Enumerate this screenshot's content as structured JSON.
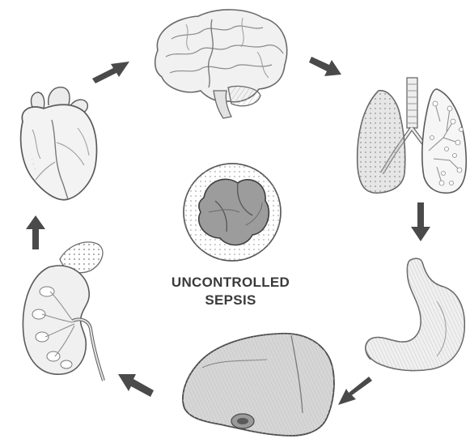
{
  "center_label": {
    "line1": "UNCONTROLLED",
    "line2": "SEPSIS"
  },
  "organs": [
    {
      "name": "brain-illustration"
    },
    {
      "name": "lungs-illustration"
    },
    {
      "name": "stomach-illustration"
    },
    {
      "name": "liver-illustration"
    },
    {
      "name": "kidney-illustration"
    },
    {
      "name": "heart-illustration"
    },
    {
      "name": "neutrophil-cell-illustration"
    }
  ],
  "colors": {
    "arrow": "#4a4a4a",
    "ink": "#6a6a6a",
    "shade": "#d8d8d8",
    "label": "#3a3a3a"
  }
}
